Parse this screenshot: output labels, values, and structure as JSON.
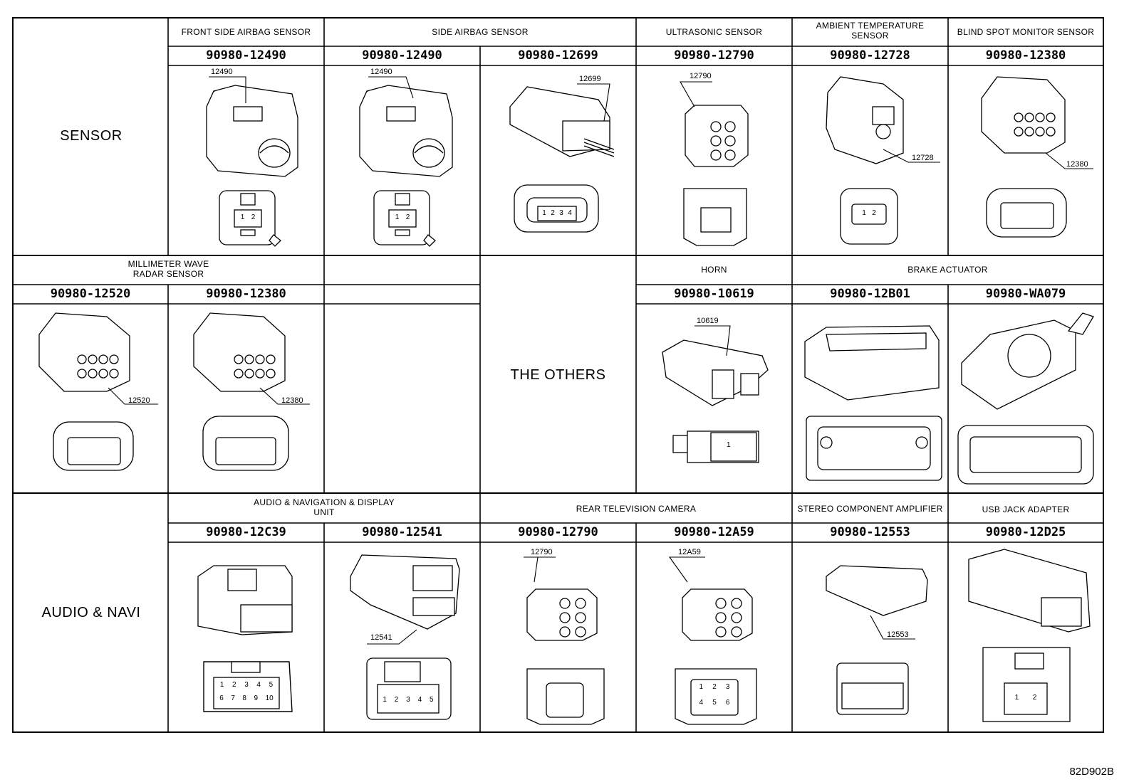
{
  "sections": {
    "sensor": "SENSOR",
    "others": "THE OTHERS",
    "audio_navi": "AUDIO & NAVI"
  },
  "groups": {
    "front_side_airbag": "FRONT SIDE AIRBAG SENSOR",
    "side_airbag": "SIDE AIRBAG SENSOR",
    "ultrasonic": "ULTRASONIC SENSOR",
    "ambient_temp": "AMBIENT TEMPERATURE\nSENSOR",
    "blind_spot": "BLIND SPOT MONITOR SENSOR",
    "mmwave": "MILLIMETER WAVE\nRADAR SENSOR",
    "horn": "HORN",
    "brake_actuator": "BRAKE ACTUATOR",
    "audio_nav_display": "AUDIO & NAVIGATION & DISPLAY\nUNIT",
    "rear_tv_camera": "REAR TELEVISION CAMERA",
    "stereo_amp": "STEREO COMPONENT AMPLIFIER",
    "usb_jack": "USB JACK ADAPTER"
  },
  "parts": {
    "r1c2": "90980-12490",
    "r1c3": "90980-12490",
    "r1c4": "90980-12699",
    "r1c5": "90980-12790",
    "r1c6": "90980-12728",
    "r1c7": "90980-12380",
    "r2c1": "90980-12520",
    "r2c2": "90980-12380",
    "r2c5": "90980-10619",
    "r2c6": "90980-12B01",
    "r2c7": "90980-WA079",
    "r3c2": "90980-12C39",
    "r3c3": "90980-12541",
    "r3c4": "90980-12790",
    "r3c5": "90980-12A59",
    "r3c6": "90980-12553",
    "r3c7": "90980-12D25"
  },
  "callouts": {
    "r1c2": "12490",
    "r1c3": "12490",
    "r1c4": "12699",
    "r1c5": "12790",
    "r1c6": "12728",
    "r1c7": "12380",
    "r2c1": "12520",
    "r2c2": "12380",
    "r2c5": "10619",
    "r3c3": "12541",
    "r3c4": "12790",
    "r3c5": "12A59",
    "r3c6": "12553"
  },
  "pins": {
    "two": [
      "1",
      "2"
    ],
    "four": [
      "1",
      "2",
      "3",
      "4"
    ],
    "five": [
      "1",
      "2",
      "3",
      "4",
      "5"
    ],
    "ten": [
      "1",
      "2",
      "3",
      "4",
      "5",
      "6",
      "7",
      "8",
      "9",
      "10"
    ],
    "six": [
      "1",
      "2",
      "3",
      "4",
      "5",
      "6"
    ],
    "one": [
      "1"
    ]
  },
  "footer": "82D902B"
}
